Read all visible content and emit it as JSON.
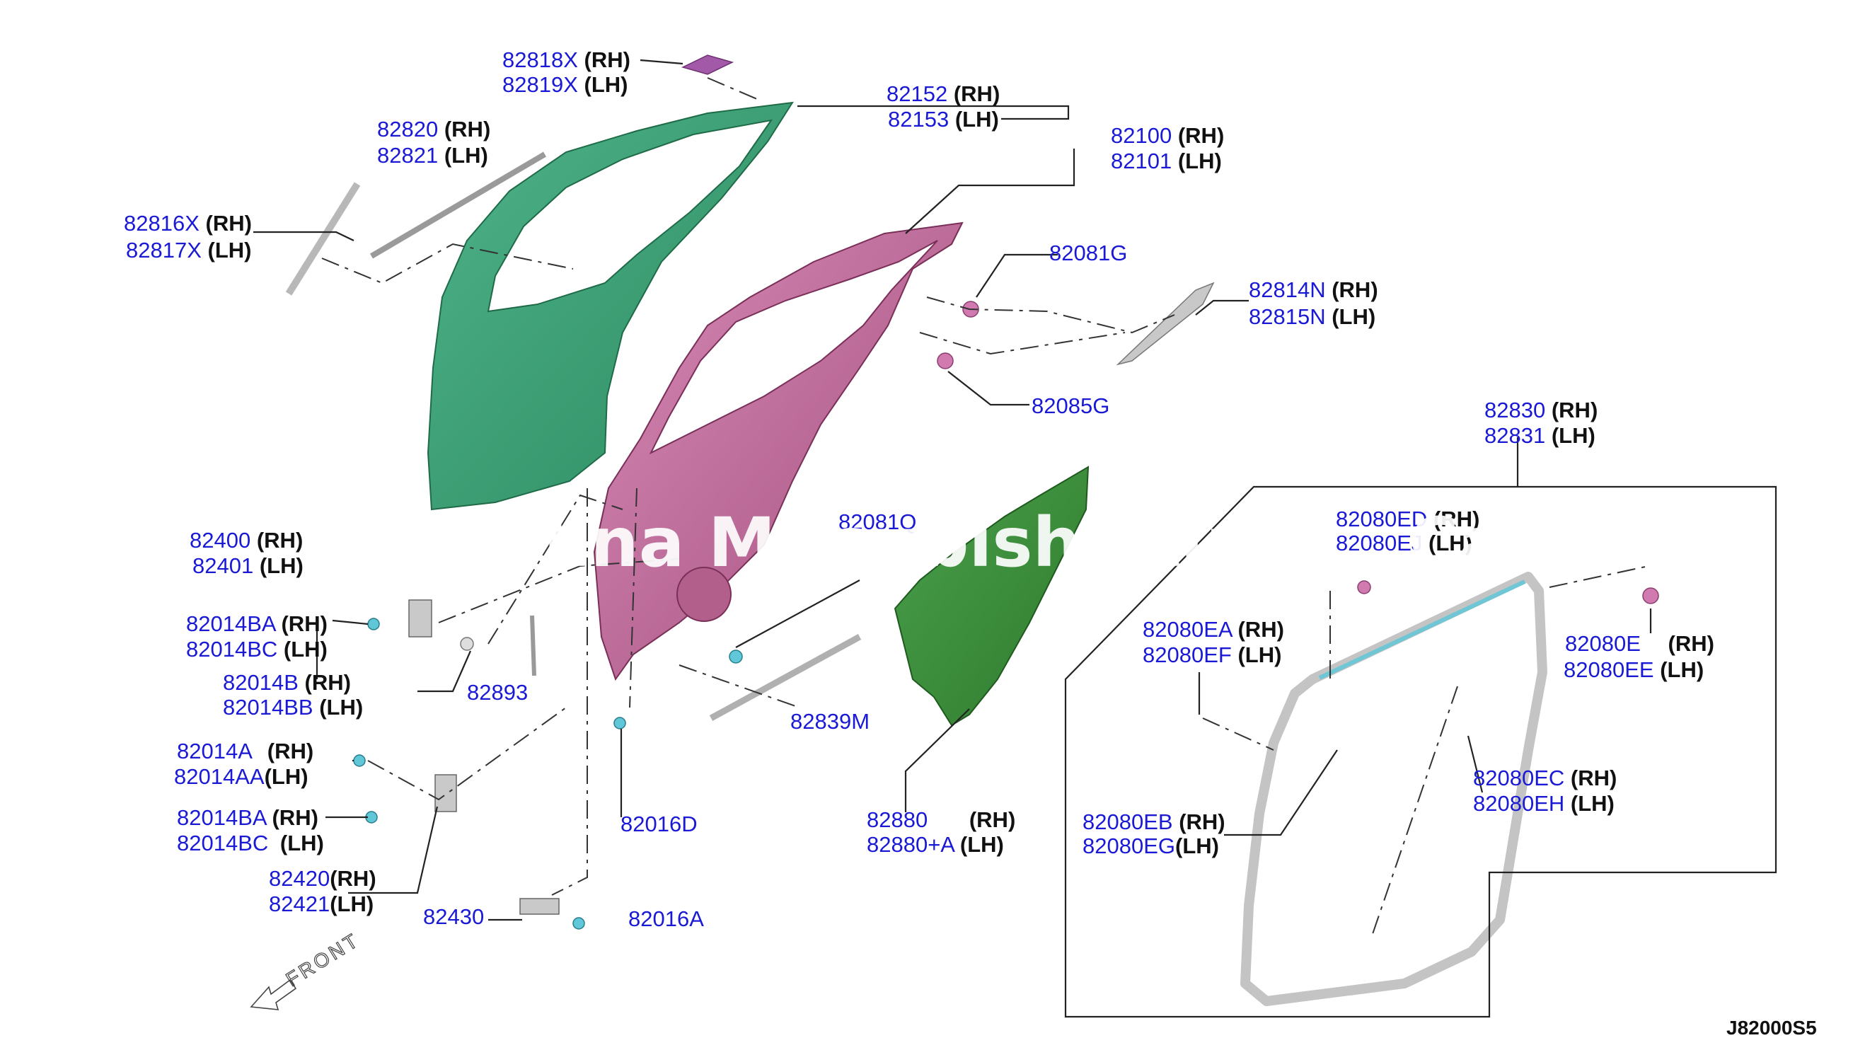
{
  "diagram": {
    "reference": "J82000S5",
    "watermark": "Carolina Mitsubishi Auto... Car...",
    "front_label": "FRONT",
    "colors": {
      "part_number": "#1a1ad6",
      "outer_panel": "#3a9c72",
      "inner_panel": "#c06a98",
      "trim_panel": "#3c8a3c",
      "clip": "#5fc7d8",
      "weatherstrip": "#c8c8c8"
    },
    "callouts": [
      {
        "id": "82818X",
        "rows": [
          {
            "part": "82818X",
            "side": "(RH)"
          },
          {
            "part": "82819X",
            "side": "(LH)"
          }
        ]
      },
      {
        "id": "82820",
        "rows": [
          {
            "part": "82820",
            "side": "(RH)"
          },
          {
            "part": "82821",
            "side": "(LH)"
          }
        ]
      },
      {
        "id": "82816X",
        "rows": [
          {
            "part": "82816X",
            "side": "(RH)"
          },
          {
            "part": "82817X",
            "side": "(LH)"
          }
        ]
      },
      {
        "id": "82152",
        "rows": [
          {
            "part": "82152",
            "side": "(RH)"
          },
          {
            "part": "82153",
            "side": "(LH)"
          }
        ]
      },
      {
        "id": "82100",
        "rows": [
          {
            "part": "82100",
            "side": "(RH)"
          },
          {
            "part": "82101",
            "side": "(LH)"
          }
        ]
      },
      {
        "id": "82081G",
        "rows": [
          {
            "part": "82081G",
            "side": ""
          }
        ]
      },
      {
        "id": "82814N",
        "rows": [
          {
            "part": "82814N",
            "side": "(RH)"
          },
          {
            "part": "82815N",
            "side": "(LH)"
          }
        ]
      },
      {
        "id": "82085G",
        "rows": [
          {
            "part": "82085G",
            "side": ""
          }
        ]
      },
      {
        "id": "82830",
        "rows": [
          {
            "part": "82830",
            "side": "(RH)"
          },
          {
            "part": "82831",
            "side": "(LH)"
          }
        ]
      },
      {
        "id": "82400",
        "rows": [
          {
            "part": "82400",
            "side": "(RH)"
          },
          {
            "part": "82401",
            "side": "(LH)"
          }
        ]
      },
      {
        "id": "82081Q",
        "rows": [
          {
            "part": "82081Q",
            "side": ""
          }
        ]
      },
      {
        "id": "82080ED",
        "rows": [
          {
            "part": "82080ED",
            "side": "(RH)"
          },
          {
            "part": "82080EJ",
            "side": "(LH)"
          }
        ]
      },
      {
        "id": "82014BA-a",
        "rows": [
          {
            "part": "82014BA",
            "side": "(RH)"
          },
          {
            "part": "82014BC",
            "side": "(LH)"
          }
        ]
      },
      {
        "id": "82014B",
        "rows": [
          {
            "part": "82014B",
            "side": "(RH)"
          },
          {
            "part": "82014BB",
            "side": "(LH)"
          }
        ]
      },
      {
        "id": "82893",
        "rows": [
          {
            "part": "82893",
            "side": ""
          }
        ]
      },
      {
        "id": "82839M",
        "rows": [
          {
            "part": "82839M",
            "side": ""
          }
        ]
      },
      {
        "id": "82080EA",
        "rows": [
          {
            "part": "82080EA",
            "side": "(RH)"
          },
          {
            "part": "82080EF",
            "side": "(LH)"
          }
        ]
      },
      {
        "id": "82080E",
        "rows": [
          {
            "part": "82080E",
            "side": "(RH)"
          },
          {
            "part": "82080EE",
            "side": "(LH)"
          }
        ]
      },
      {
        "id": "82014A",
        "rows": [
          {
            "part": "82014A",
            "side": "(RH)"
          },
          {
            "part": "82014AA",
            "side": "(LH)"
          }
        ]
      },
      {
        "id": "82014BA-b",
        "rows": [
          {
            "part": "82014BA",
            "side": "(RH)"
          },
          {
            "part": "82014BC",
            "side": "(LH)"
          }
        ]
      },
      {
        "id": "82016D",
        "rows": [
          {
            "part": "82016D",
            "side": ""
          }
        ]
      },
      {
        "id": "82880",
        "rows": [
          {
            "part": "82880",
            "side": "(RH)"
          },
          {
            "part": "82880+A",
            "side": "(LH)"
          }
        ]
      },
      {
        "id": "82080EC",
        "rows": [
          {
            "part": "82080EC",
            "side": "(RH)"
          },
          {
            "part": "82080EH",
            "side": "(LH)"
          }
        ]
      },
      {
        "id": "82080EB",
        "rows": [
          {
            "part": "82080EB",
            "side": "(RH)"
          },
          {
            "part": "82080EG",
            "side": "(LH)"
          }
        ]
      },
      {
        "id": "82420",
        "rows": [
          {
            "part": "82420",
            "side": "(RH)"
          },
          {
            "part": "82421",
            "side": "(LH)"
          }
        ]
      },
      {
        "id": "82430",
        "rows": [
          {
            "part": "82430",
            "side": ""
          }
        ]
      },
      {
        "id": "82016A",
        "rows": [
          {
            "part": "82016A",
            "side": ""
          }
        ]
      }
    ]
  }
}
